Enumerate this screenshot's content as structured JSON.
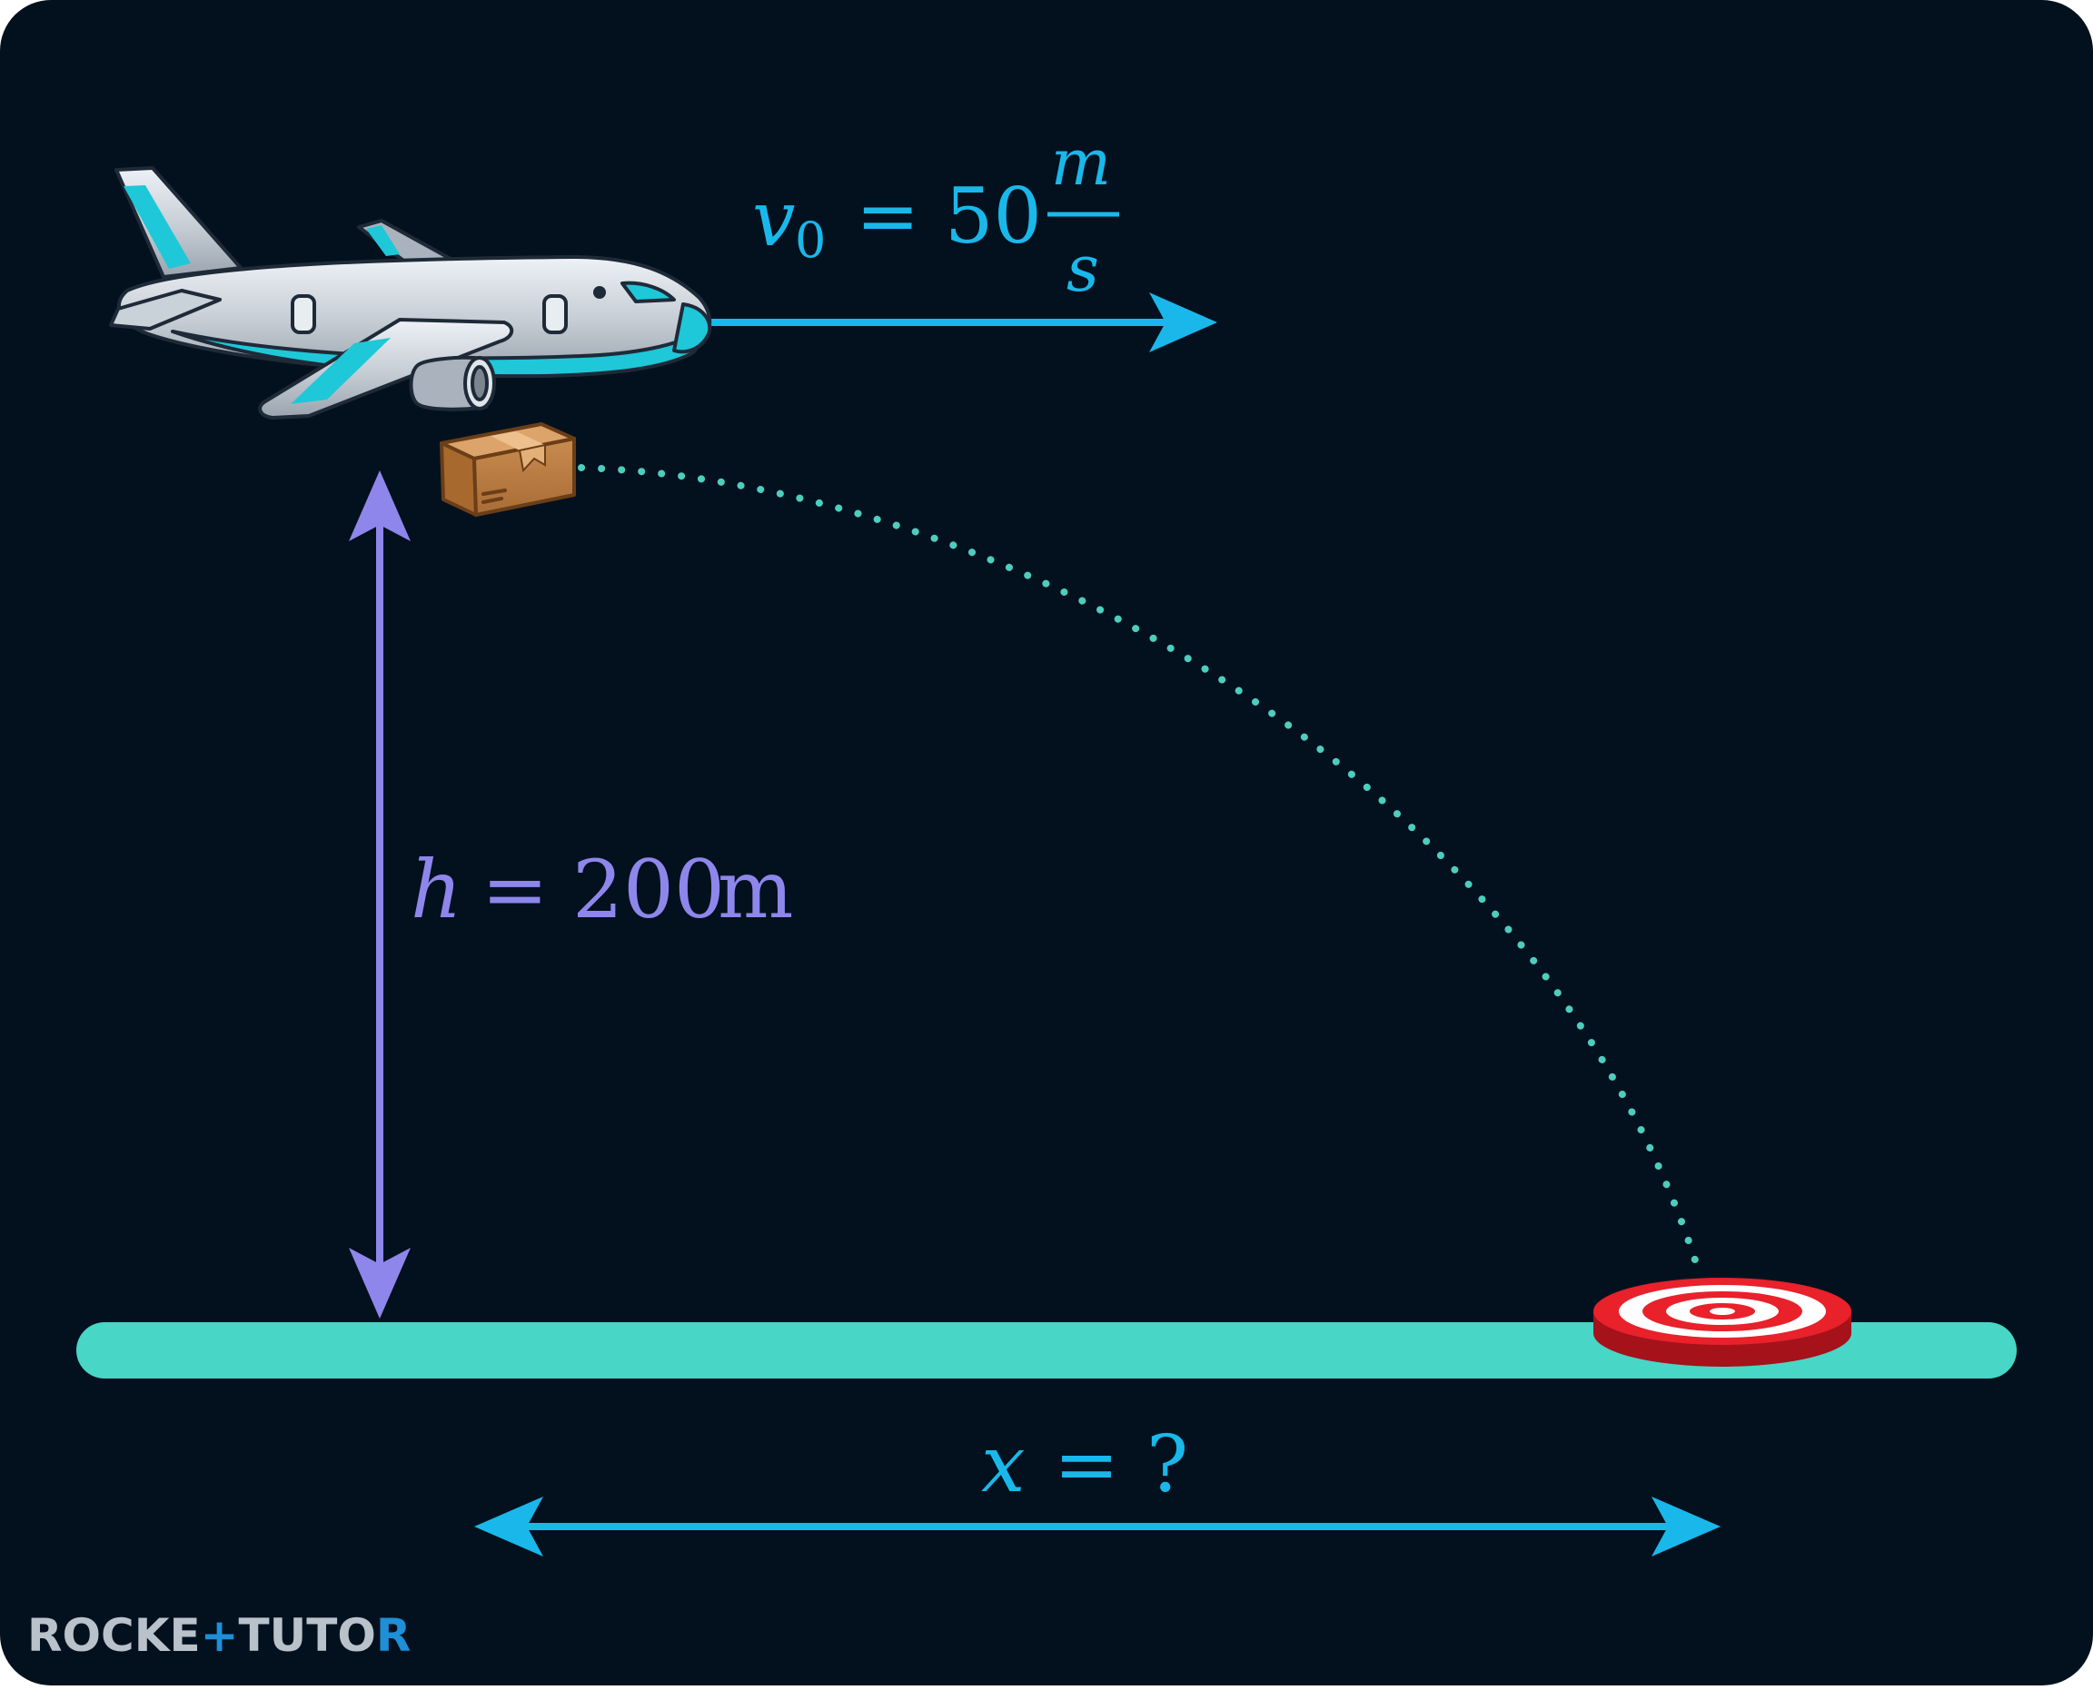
{
  "colors": {
    "background": "#03111f",
    "velocity_cyan": "#1ab8ea",
    "height_purple": "#8f86ec",
    "ground_teal": "#48d6c6",
    "trajectory_teal": "#4ecdbd",
    "target_red": "#e8212b",
    "box_brown": "#c98b4e",
    "plane_body": "#c9d1d9",
    "plane_accent": "#1ec8d8",
    "brand_gray": "#b9c2ca",
    "brand_blue": "#1f8fd6"
  },
  "labels": {
    "velocity": {
      "symbol": "v",
      "subscript": "0",
      "equals": "=",
      "value": "50",
      "unit_numerator": "m",
      "unit_denominator": "s"
    },
    "height": {
      "symbol": "h",
      "equals": "=",
      "value": "200",
      "unit": "m"
    },
    "distance": {
      "symbol": "x",
      "equals": "=",
      "value": "?"
    }
  },
  "brand": {
    "part1": "ROCKE",
    "part2": "+",
    "part3": "TUTO",
    "part4": "R"
  },
  "icons": [
    "airplane-icon",
    "cardboard-box-icon",
    "bullseye-target-icon"
  ]
}
